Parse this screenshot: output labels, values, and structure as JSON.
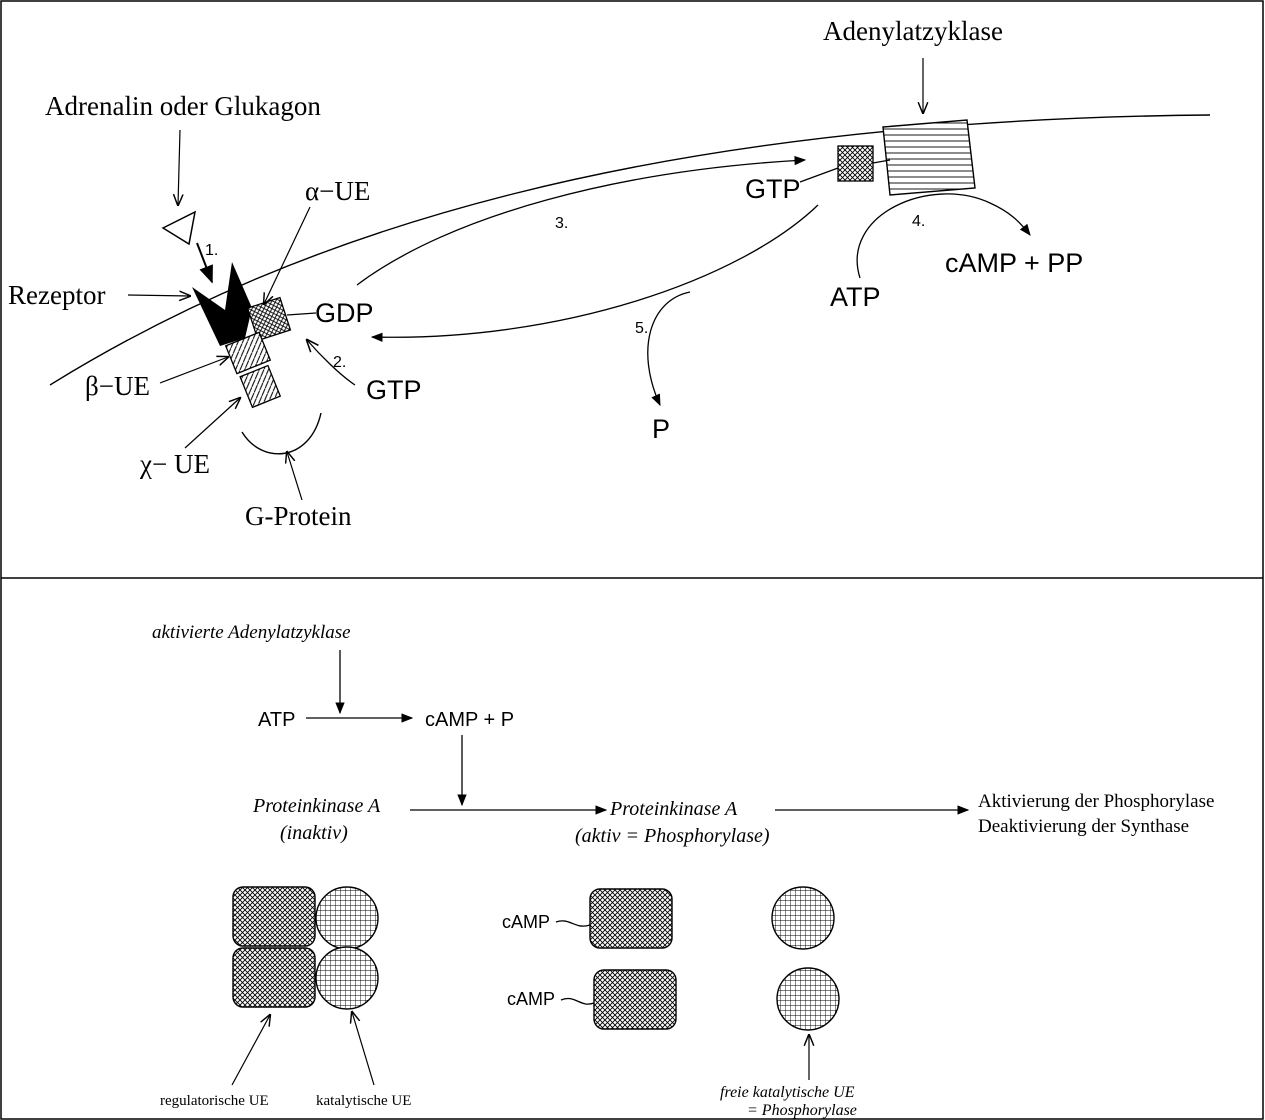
{
  "top_panel": {
    "ligand_label": "Adrenalin oder Glukagon",
    "alpha_label": "α−UE",
    "receptor_label": "Rezeptor",
    "beta_label": "β−UE",
    "gamma_label": "χ− UE",
    "gprotein_label": "G-Protein",
    "gdp_label": "GDP",
    "gtp_in_label": "GTP",
    "gtp_bound_label": "GTP",
    "adenylyl_label": "Adenylatzyklase",
    "atp_label": "ATP",
    "camp_pp_label": "cAMP + PP",
    "p_label": "P",
    "step_1": "1.",
    "step_2": "2.",
    "step_3": "3.",
    "step_4": "4.",
    "step_5": "5."
  },
  "bottom_panel": {
    "activated_ac_label": "aktivierte Adenylatzyklase",
    "atp_label": "ATP",
    "camp_p_label": "cAMP + P",
    "pka_inactive_line1": "Proteinkinase A",
    "pka_inactive_line2": "(inaktiv)",
    "pka_active_line1": "Proteinkinase A",
    "pka_active_line2": "(aktiv = Phosphorylase)",
    "result_line1": "Aktivierung der Phosphorylase",
    "result_line2": "Deaktivierung der Synthase",
    "camp_bound_1": "cAMP",
    "camp_bound_2": "cAMP",
    "regulatory_label": "regulatorische UE",
    "catalytic_label": "katalytische UE",
    "free_catalytic_line1": "freie katalytische UE",
    "free_catalytic_line2": "= Phosphorylase"
  }
}
